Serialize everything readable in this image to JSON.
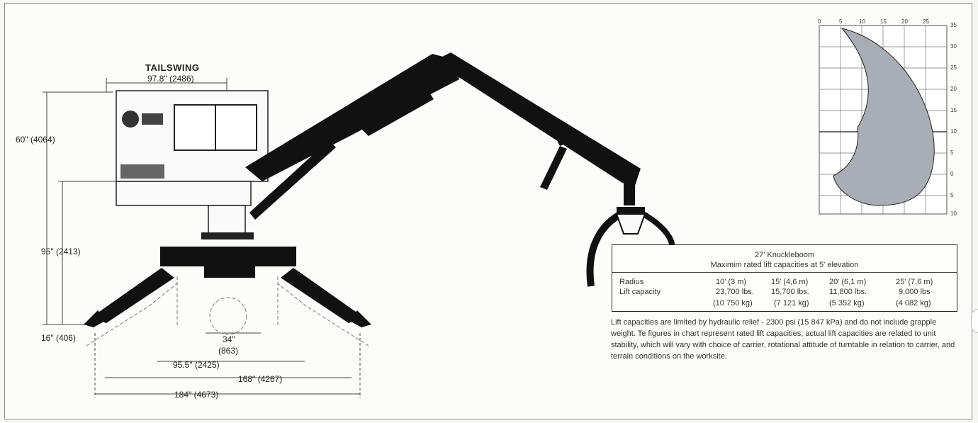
{
  "tailswing": {
    "title": "TAILSWING",
    "dim": "97.8\" (2486)"
  },
  "dims": {
    "height_total": "60\" (4064)",
    "height_base": "95\" (2413)",
    "ground": "16\" (406)",
    "track_inner": "34\"",
    "track_inner_mm": "(863)",
    "width_a": "95.5\" (2425)",
    "width_b": "168\" (4267)",
    "width_c": "184\" (4673)"
  },
  "reach_chart": {
    "x_ticks": [
      "0",
      "5",
      "10",
      "15",
      "20",
      "25"
    ],
    "y_ticks": [
      "35",
      "30",
      "25",
      "20",
      "15",
      "10",
      "5",
      "0",
      "5",
      "10"
    ]
  },
  "capacity_table": {
    "title": "27' Knuckleboom",
    "subtitle": "Maximim rated lift capacities at 5' elevation",
    "radius_label": "Radius",
    "lift_label": "Lift capacity",
    "radii": [
      "10' (3 m)",
      "15' (4,6 m)",
      "20' (6,1 m)",
      "25' (7,6 m)"
    ],
    "lbs": [
      "23,700 lbs.",
      "15,700 lbs.",
      "11,800 lbs.",
      "9,000 lbs"
    ],
    "kg": [
      "(10 750 kg)",
      "(7 121 kg)",
      "(5 352 kg)",
      "(4 082 kg)"
    ]
  },
  "note": "Lift capacities are limited by hydraulic relief - 2300 psi (15 847 kPa) and do not include grapple weight. Te figures in chart represent rated lift capacities; actual lift capacities are related to unit stability, which will vary with choice of carrier, rotational attitude of turntable in relation to carrier, and terrain conditions on the worksite."
}
